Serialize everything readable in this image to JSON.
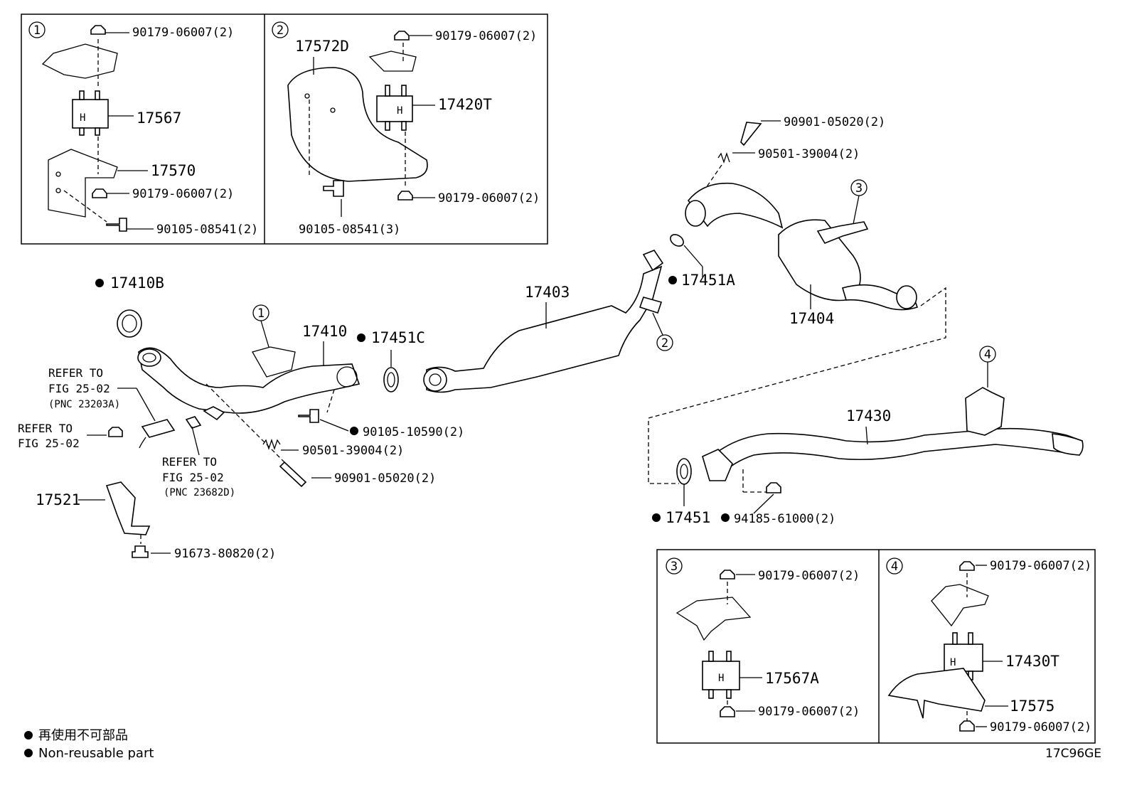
{
  "legend": {
    "jp": "再使用不可部品",
    "en": "Non-reusable part"
  },
  "figure_code": "17C96GE",
  "insets": {
    "i1": {
      "num": "1",
      "labels": [
        "90179-06007(2)",
        "17567",
        "17570",
        "90179-06007(2)",
        "90105-08541(2)"
      ]
    },
    "i2": {
      "num": "2",
      "labels": [
        "17572D",
        "90179-06007(2)",
        "17420T",
        "90179-06007(2)",
        "90105-08541(3)"
      ]
    },
    "i3": {
      "num": "3",
      "labels": [
        "90179-06007(2)",
        "17567A",
        "90179-06007(2)"
      ]
    },
    "i4": {
      "num": "4",
      "labels": [
        "90179-06007(2)",
        "17430T",
        "17575",
        "90179-06007(2)"
      ]
    }
  },
  "main_labels": {
    "p17410B": "17410B",
    "p17410": "17410",
    "p17451C": "17451C",
    "p17403": "17403",
    "p17451A": "17451A",
    "p17404": "17404",
    "p90901_top": "90901-05020(2)",
    "p90501_top": "90501-39004(2)",
    "p17430": "17430",
    "p17451": "17451",
    "p94185": "94185-61000(2)",
    "p90105_10590": "90105-10590(2)",
    "p90501_low": "90501-39004(2)",
    "p90901_low": "90901-05020(2)",
    "p17521": "17521",
    "p91673": "91673-80820(2)"
  },
  "refs": {
    "r1_line1": "REFER TO",
    "r1_line2": "FIG 25-02",
    "r1_line3": "(PNC 23203A)",
    "r2_line1": "REFER TO",
    "r2_line2": "FIG 25-02",
    "r3_line1": "REFER TO",
    "r3_line2": "FIG 25-02",
    "r3_line3": "(PNC 23682D)"
  },
  "callouts": {
    "c1": "1",
    "c2": "2",
    "c3": "3",
    "c4": "4"
  }
}
